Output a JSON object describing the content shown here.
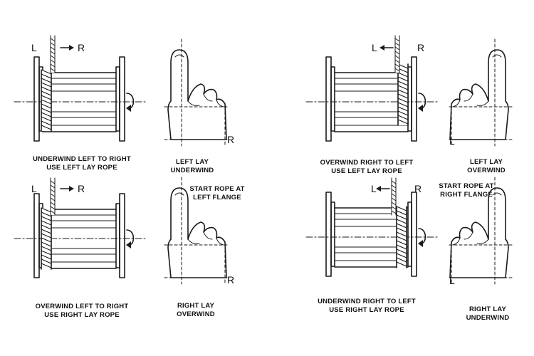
{
  "panels": [
    {
      "id": "p1",
      "caption": [
        "UNDERWIND LEFT TO RIGHT",
        "USE LEFT LAY ROPE"
      ],
      "hand_caption": [
        "LEFT LAY",
        "UNDERWIND"
      ],
      "note": [],
      "label_l": "L",
      "label_r": "R",
      "hand_r": "R"
    },
    {
      "id": "p2",
      "caption": [
        "OVERWIND RIGHT TO LEFT",
        "USE LEFT LAY ROPE"
      ],
      "hand_caption": [
        "LEFT LAY",
        "OVERWIND"
      ],
      "note": [],
      "label_l": "L",
      "label_r": "R",
      "hand_l": "L"
    },
    {
      "id": "p3",
      "caption": [
        "OVERWIND LEFT TO RIGHT",
        "USE RIGHT LAY ROPE"
      ],
      "hand_caption": [
        "RIGHT LAY",
        "OVERWIND"
      ],
      "note": [
        "START ROPE AT",
        "LEFT FLANGE"
      ],
      "label_l": "L",
      "label_r": "R",
      "hand_r": "R"
    },
    {
      "id": "p4",
      "caption": [
        "UNDERWIND RIGHT TO LEFT",
        "USE RIGHT LAY ROPE"
      ],
      "hand_caption": [
        "RIGHT LAY",
        "UNDERWIND"
      ],
      "note": [
        "START ROPE AT",
        "RIGHT FLANGE"
      ],
      "label_l": "L",
      "label_r": "R",
      "hand_l": "L"
    }
  ]
}
